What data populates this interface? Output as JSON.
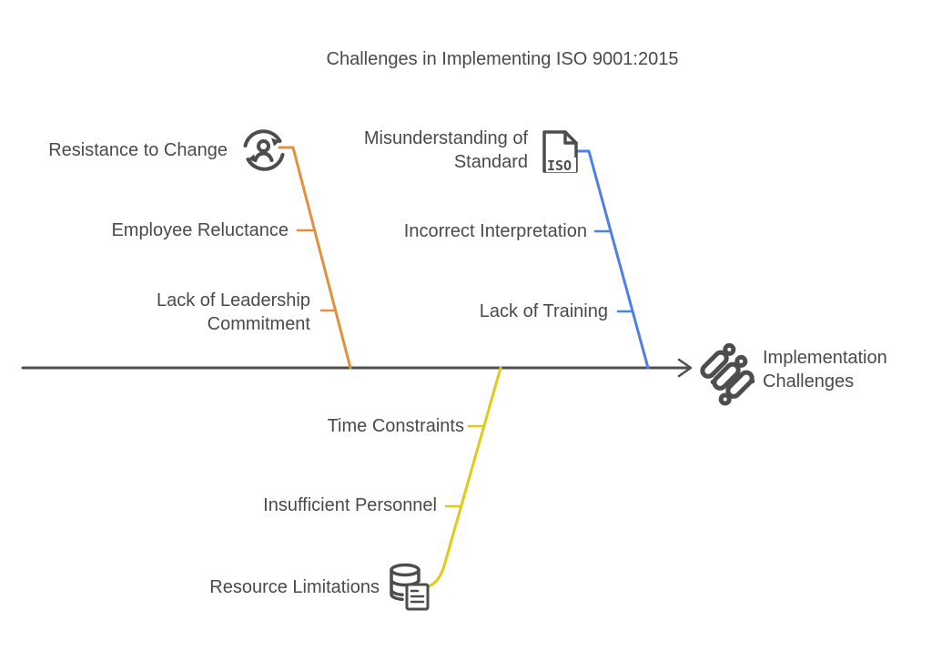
{
  "title": "Challenges in Implementing ISO 9001:2015",
  "colors": {
    "spine": "#4f4f4f",
    "text": "#4a4a4a",
    "icon": "#4d4d4d",
    "orange": "#e2903b",
    "blue": "#4e80e3",
    "yellow": "#decb16"
  },
  "effect": {
    "label": "Implementation Challenges",
    "icon": "fishbone-icon"
  },
  "icons": {
    "iso_doc_text": "ISO"
  },
  "branches": [
    {
      "name": "Resistance to Change",
      "color": "#e2903b",
      "icon": "person-change-cycle-icon",
      "causes": [
        "Employee Reluctance",
        "Lack of Leadership Commitment"
      ]
    },
    {
      "name": "Misunderstanding of Standard",
      "color": "#4e80e3",
      "icon": "iso-document-icon",
      "causes": [
        "Incorrect Interpretation",
        "Lack of Training"
      ]
    },
    {
      "name": "Resource Limitations",
      "color": "#decb16",
      "icon": "database-report-icon",
      "causes": [
        "Time Constraints",
        "Insufficient Personnel"
      ]
    }
  ]
}
